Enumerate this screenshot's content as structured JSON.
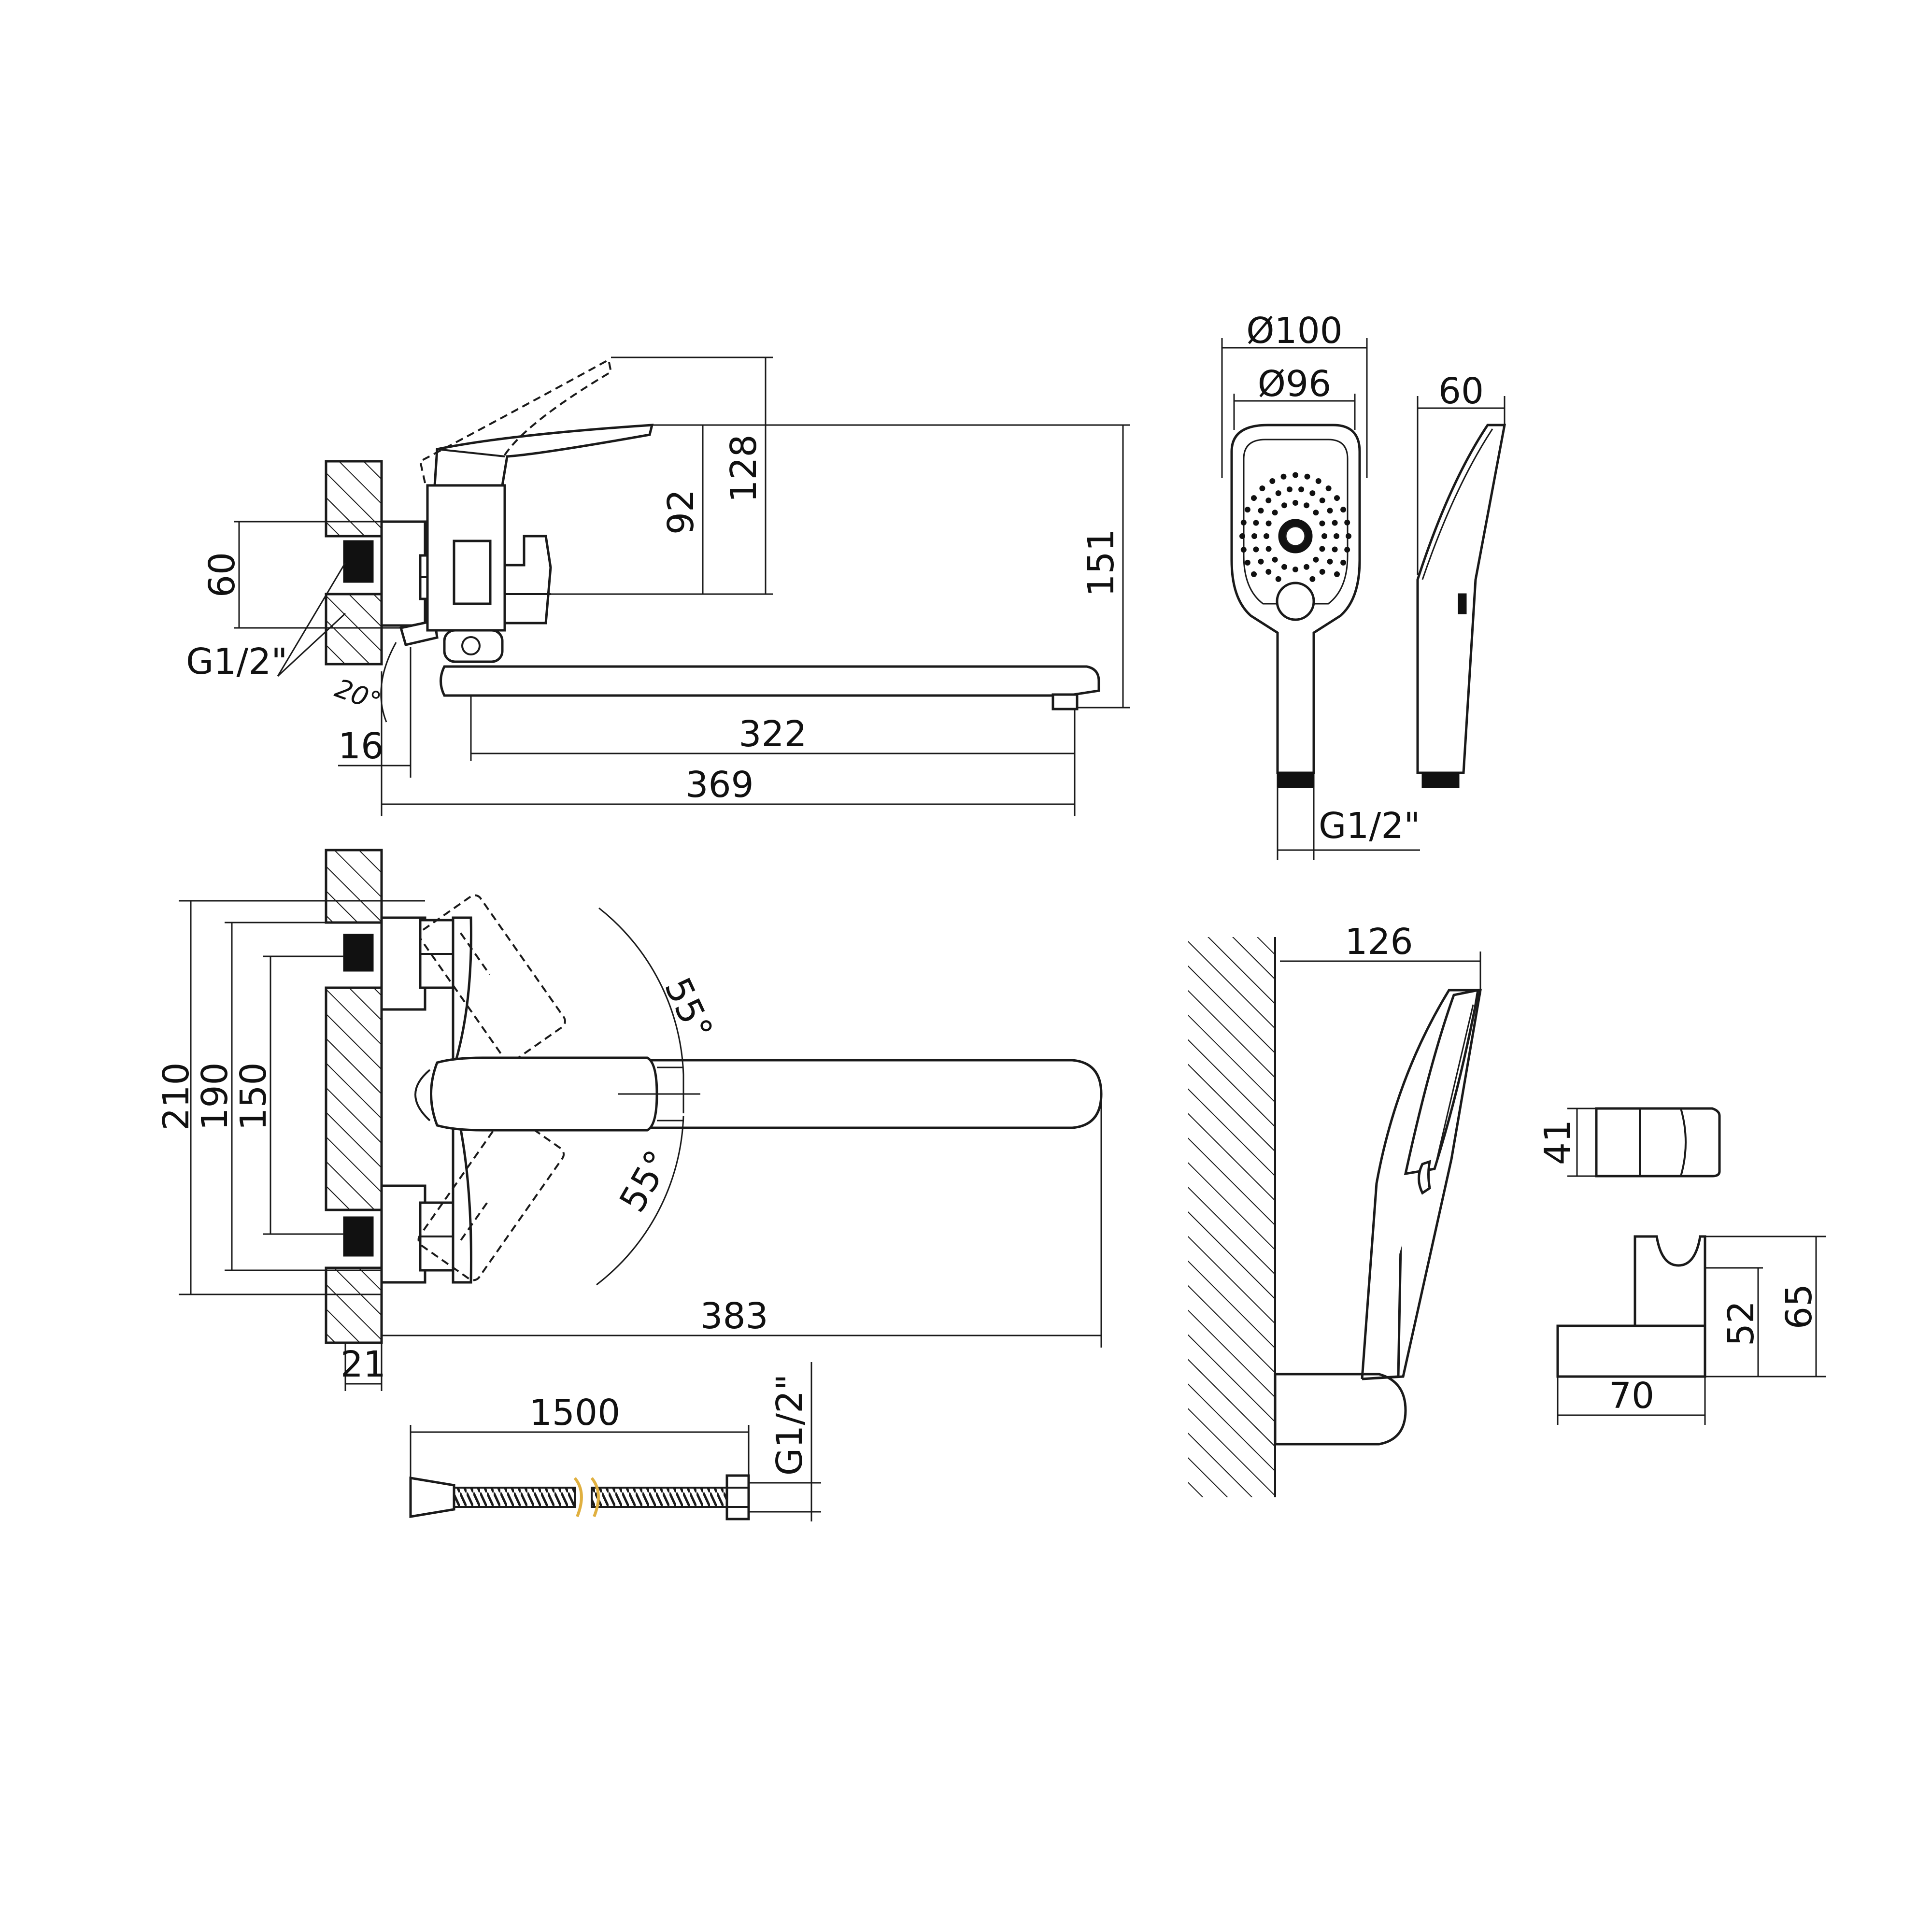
{
  "dimensions": {
    "side_view": {
      "height_60": "60",
      "connection_g12": "G1/2\"",
      "angle_20": "20°",
      "depth_16": "16",
      "height_92": "92",
      "height_128": "128",
      "height_151": "151",
      "reach_322": "322",
      "reach_369": "369"
    },
    "hand_shower_front": {
      "diameter_100": "Ø100",
      "diameter_96": "Ø96",
      "connection_g12": "G1/2\""
    },
    "hand_shower_side": {
      "depth_60": "60"
    },
    "top_view": {
      "width_210": "210",
      "width_190": "190",
      "width_150": "150",
      "angle_upper_55": "55°",
      "angle_lower_55": "55°",
      "reach_383": "383",
      "depth_21": "21"
    },
    "hose": {
      "length_1500": "1500",
      "connection_g12": "G1/2\""
    },
    "shower_on_holder": {
      "projection_126": "126"
    },
    "holder": {
      "height_41": "41",
      "height_52": "52",
      "height_65": "65",
      "depth_70": "70"
    }
  },
  "colors": {
    "line": "#1a1a1a",
    "background": "#ffffff",
    "hose_accent": "#e0b040"
  }
}
